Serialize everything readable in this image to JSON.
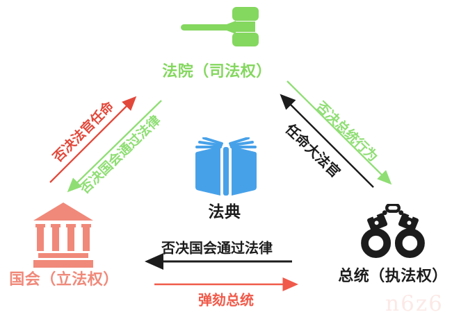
{
  "palette": {
    "green": "#84D75F",
    "green_arrow": "#8FDE74",
    "red": "#E2483A",
    "red_bottom": "#F05A4A",
    "salmon": "#F0897A",
    "blue": "#47A1E9",
    "black": "#1C1C1C",
    "watermark": "#FBE9E6"
  },
  "nodes": {
    "court": {
      "label": "法院（司法权）",
      "color": "#84D75F",
      "icon": "gavel-icon"
    },
    "code": {
      "label": "法典",
      "color": "#1C1C1C",
      "icon": "law-book-icon"
    },
    "congress": {
      "label": "国会（立法权）",
      "color": "#F0897A",
      "icon": "capitol-building-icon"
    },
    "president": {
      "label": "总统（执法权）",
      "color": "#1C1C1C",
      "icon": "handcuffs-icon"
    }
  },
  "edges": [
    {
      "from": "国会",
      "to": "法院",
      "label": "否决法官任命",
      "color": "#E2483A",
      "direction": "up-right"
    },
    {
      "from": "法院",
      "to": "国会",
      "label": "否决国会通过法律",
      "color": "#8FDE74",
      "direction": "down-left"
    },
    {
      "from": "法院",
      "to": "总统",
      "label": "否决总统行为",
      "color": "#8FDE74",
      "direction": "down-right"
    },
    {
      "from": "总统",
      "to": "法院",
      "label": "任命大法官",
      "color": "#1C1C1C",
      "direction": "up-left"
    },
    {
      "from": "总统",
      "to": "国会",
      "label": "否决国会通过法律",
      "color": "#1C1C1C",
      "direction": "left"
    },
    {
      "from": "国会",
      "to": "总统",
      "label": "弹劾总统",
      "color": "#F05A4A",
      "direction": "right"
    }
  ],
  "watermark": "n6z6"
}
